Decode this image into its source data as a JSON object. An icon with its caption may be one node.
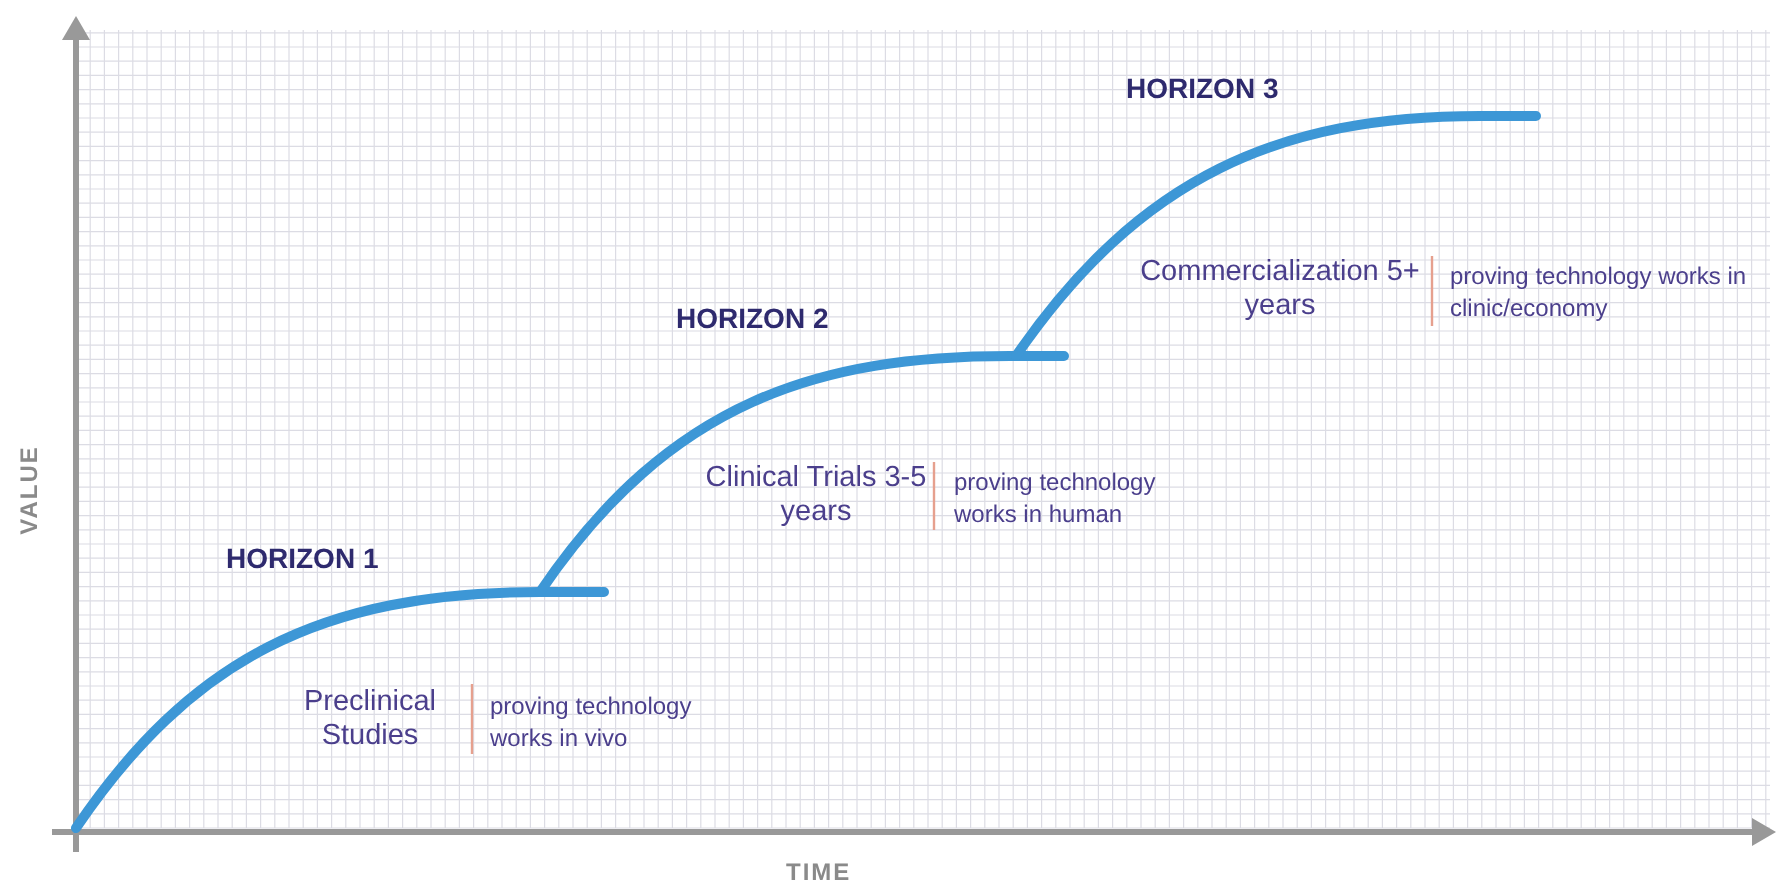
{
  "diagram": {
    "labels": [
      "HORIZON 3",
      "Commercialization 5+ years",
      "proving technology works in clinic/economy",
      "HORIZON 2",
      "Clinical Trials 3-5 years",
      "proving technology works in human",
      "HORIZON 1",
      "Preclinical Studies",
      "proving technology works in vivo",
      "VALUE",
      "TIME"
    ]
  }
}
